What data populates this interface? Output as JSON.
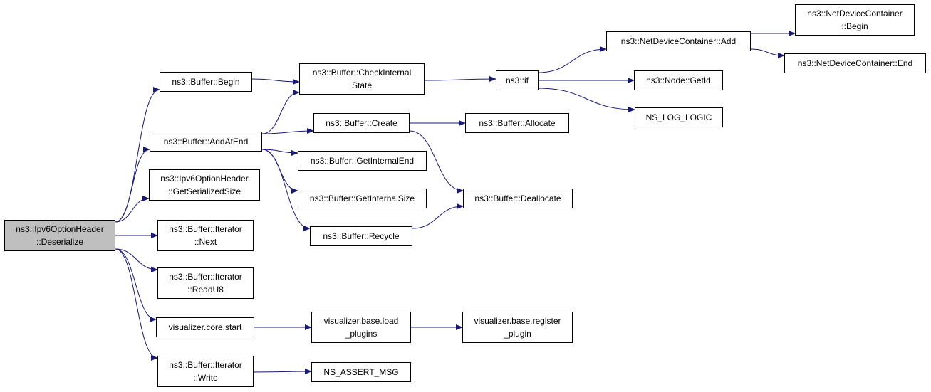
{
  "colors": {
    "edge": "#191970",
    "root_fill": "#bfbfbf",
    "node_fill": "#ffffff",
    "border": "#000000"
  },
  "nodes": {
    "root": {
      "lines": [
        "ns3::Ipv6OptionHeader",
        "::Deserialize"
      ]
    },
    "buffer_begin": {
      "lines": [
        "ns3::Buffer::Begin"
      ]
    },
    "add_at_end": {
      "lines": [
        "ns3::Buffer::AddAtEnd"
      ]
    },
    "ipv6opt_getsize": {
      "lines": [
        "ns3::Ipv6OptionHeader",
        "::GetSerializedSize"
      ]
    },
    "iter_next": {
      "lines": [
        "ns3::Buffer::Iterator",
        "::Next"
      ]
    },
    "iter_readu8": {
      "lines": [
        "ns3::Buffer::Iterator",
        "::ReadU8"
      ]
    },
    "vis_core_start": {
      "lines": [
        "visualizer.core.start"
      ]
    },
    "iter_write": {
      "lines": [
        "ns3::Buffer::Iterator",
        "::Write"
      ]
    },
    "check_internal": {
      "lines": [
        "ns3::Buffer::CheckInternal",
        "State"
      ]
    },
    "buffer_create": {
      "lines": [
        "ns3::Buffer::Create"
      ]
    },
    "get_internal_end": {
      "lines": [
        "ns3::Buffer::GetInternalEnd"
      ]
    },
    "get_internal_size": {
      "lines": [
        "ns3::Buffer::GetInternalSize"
      ]
    },
    "buffer_recycle": {
      "lines": [
        "ns3::Buffer::Recycle"
      ]
    },
    "load_plugins": {
      "lines": [
        "visualizer.base.load",
        "_plugins"
      ]
    },
    "assert_msg": {
      "lines": [
        "NS_ASSERT_MSG"
      ]
    },
    "ns3_if": {
      "lines": [
        "ns3::if"
      ]
    },
    "buffer_allocate": {
      "lines": [
        "ns3::Buffer::Allocate"
      ]
    },
    "buffer_deallocate": {
      "lines": [
        "ns3::Buffer::Deallocate"
      ]
    },
    "register_plugin": {
      "lines": [
        "visualizer.base.register",
        "_plugin"
      ]
    },
    "ndc_add": {
      "lines": [
        "ns3::NetDeviceContainer::Add"
      ]
    },
    "node_getid": {
      "lines": [
        "ns3::Node::GetId"
      ]
    },
    "log_logic": {
      "lines": [
        "NS_LOG_LOGIC"
      ]
    },
    "ndc_begin": {
      "lines": [
        "ns3::NetDeviceContainer",
        "::Begin"
      ]
    },
    "ndc_end": {
      "lines": [
        "ns3::NetDeviceContainer::End"
      ]
    }
  },
  "edges": [
    [
      "root",
      "buffer_begin"
    ],
    [
      "root",
      "add_at_end"
    ],
    [
      "root",
      "ipv6opt_getsize"
    ],
    [
      "root",
      "iter_next"
    ],
    [
      "root",
      "iter_readu8"
    ],
    [
      "root",
      "vis_core_start"
    ],
    [
      "root",
      "iter_write"
    ],
    [
      "buffer_begin",
      "check_internal"
    ],
    [
      "add_at_end",
      "check_internal"
    ],
    [
      "add_at_end",
      "buffer_create"
    ],
    [
      "add_at_end",
      "get_internal_end"
    ],
    [
      "add_at_end",
      "get_internal_size"
    ],
    [
      "add_at_end",
      "buffer_recycle"
    ],
    [
      "check_internal",
      "ns3_if"
    ],
    [
      "buffer_create",
      "buffer_allocate"
    ],
    [
      "buffer_create",
      "buffer_deallocate"
    ],
    [
      "buffer_recycle",
      "buffer_deallocate"
    ],
    [
      "vis_core_start",
      "load_plugins"
    ],
    [
      "load_plugins",
      "register_plugin"
    ],
    [
      "iter_write",
      "assert_msg"
    ],
    [
      "ns3_if",
      "ndc_add"
    ],
    [
      "ns3_if",
      "node_getid"
    ],
    [
      "ns3_if",
      "log_logic"
    ],
    [
      "ndc_add",
      "ndc_begin"
    ],
    [
      "ndc_add",
      "ndc_end"
    ]
  ]
}
